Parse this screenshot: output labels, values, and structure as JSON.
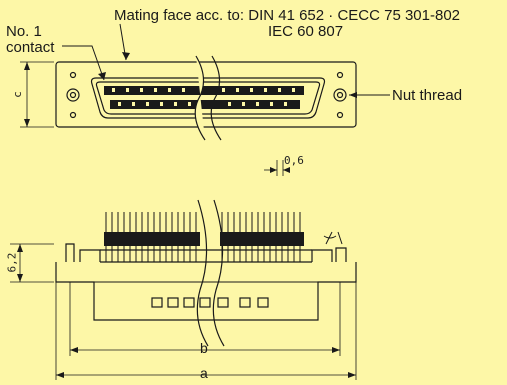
{
  "labels": {
    "mating_face_line1": "Mating face acc. to: DIN 41 652 · CECC 75 301-802",
    "mating_face_line2": "IEC 60 807",
    "contact_line1": "No. 1",
    "contact_line2": "contact",
    "nut_thread": "Nut thread"
  },
  "dimensions": {
    "c": "c",
    "pin_width": "0,6",
    "height": "6,2",
    "b": "b",
    "a": "a"
  },
  "colors": {
    "background": "#fdf7a7",
    "line": "#1a1a1a",
    "hatch": "#333333"
  }
}
